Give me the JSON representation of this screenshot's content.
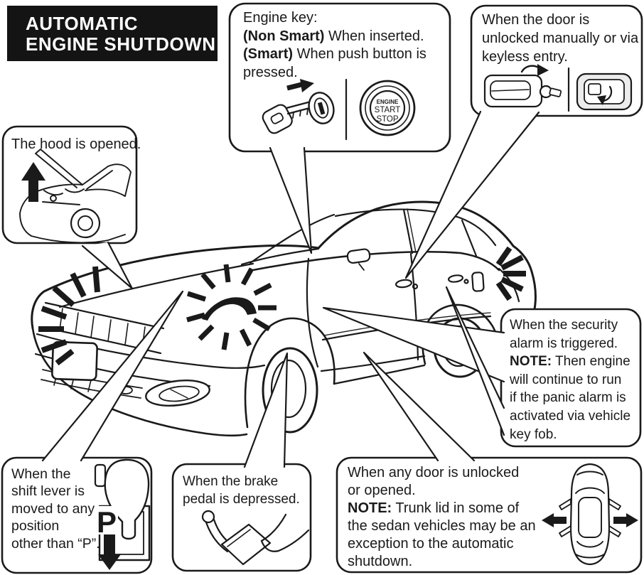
{
  "colors": {
    "ink": "#1a1a1a",
    "paper": "#ffffff",
    "title_bg": "#141414",
    "title_fg": "#ffffff",
    "shade": "#ececec"
  },
  "title": {
    "line1": "AUTOMATIC",
    "line2": "ENGINE SHUTDOWN"
  },
  "callouts": {
    "engine_key": {
      "line1": "Engine key:",
      "line2_bold": "(Non Smart)",
      "line2_rest": " When inserted.",
      "line3_bold": "(Smart)",
      "line3_rest": " When push button is",
      "line4": "pressed."
    },
    "door_unlocked": {
      "line1": "When the door is",
      "line2": "unlocked manually or via",
      "line3": "keyless entry."
    },
    "hood": {
      "line1": "The hood is opened."
    },
    "security_alarm": {
      "line1": "When the security",
      "line2": "alarm is triggered.",
      "line3_bold": "NOTE:",
      "line3_rest": " Then engine",
      "line4": "will continue to run",
      "line5": "if the panic alarm is",
      "line6": "activated via vehicle",
      "line7": "key fob."
    },
    "shift_lever": {
      "line1": "When the",
      "line2": "shift lever is",
      "line3": "moved to any",
      "line4": "position",
      "line5": "other than “P”."
    },
    "brake_pedal": {
      "line1": "When the brake",
      "line2": "pedal is depressed."
    },
    "any_door": {
      "line1": "When any door is unlocked",
      "line2": "or opened.",
      "line3_bold": "NOTE:",
      "line3_rest": " Trunk lid in some of",
      "line4": "the sedan vehicles may be an",
      "line5": "exception to the automatic",
      "line6": "shutdown."
    }
  },
  "start_stop_button": {
    "line1": "ENGINE",
    "line2": "START",
    "line3": "STOP"
  },
  "shift_position": {
    "letter": "P"
  }
}
